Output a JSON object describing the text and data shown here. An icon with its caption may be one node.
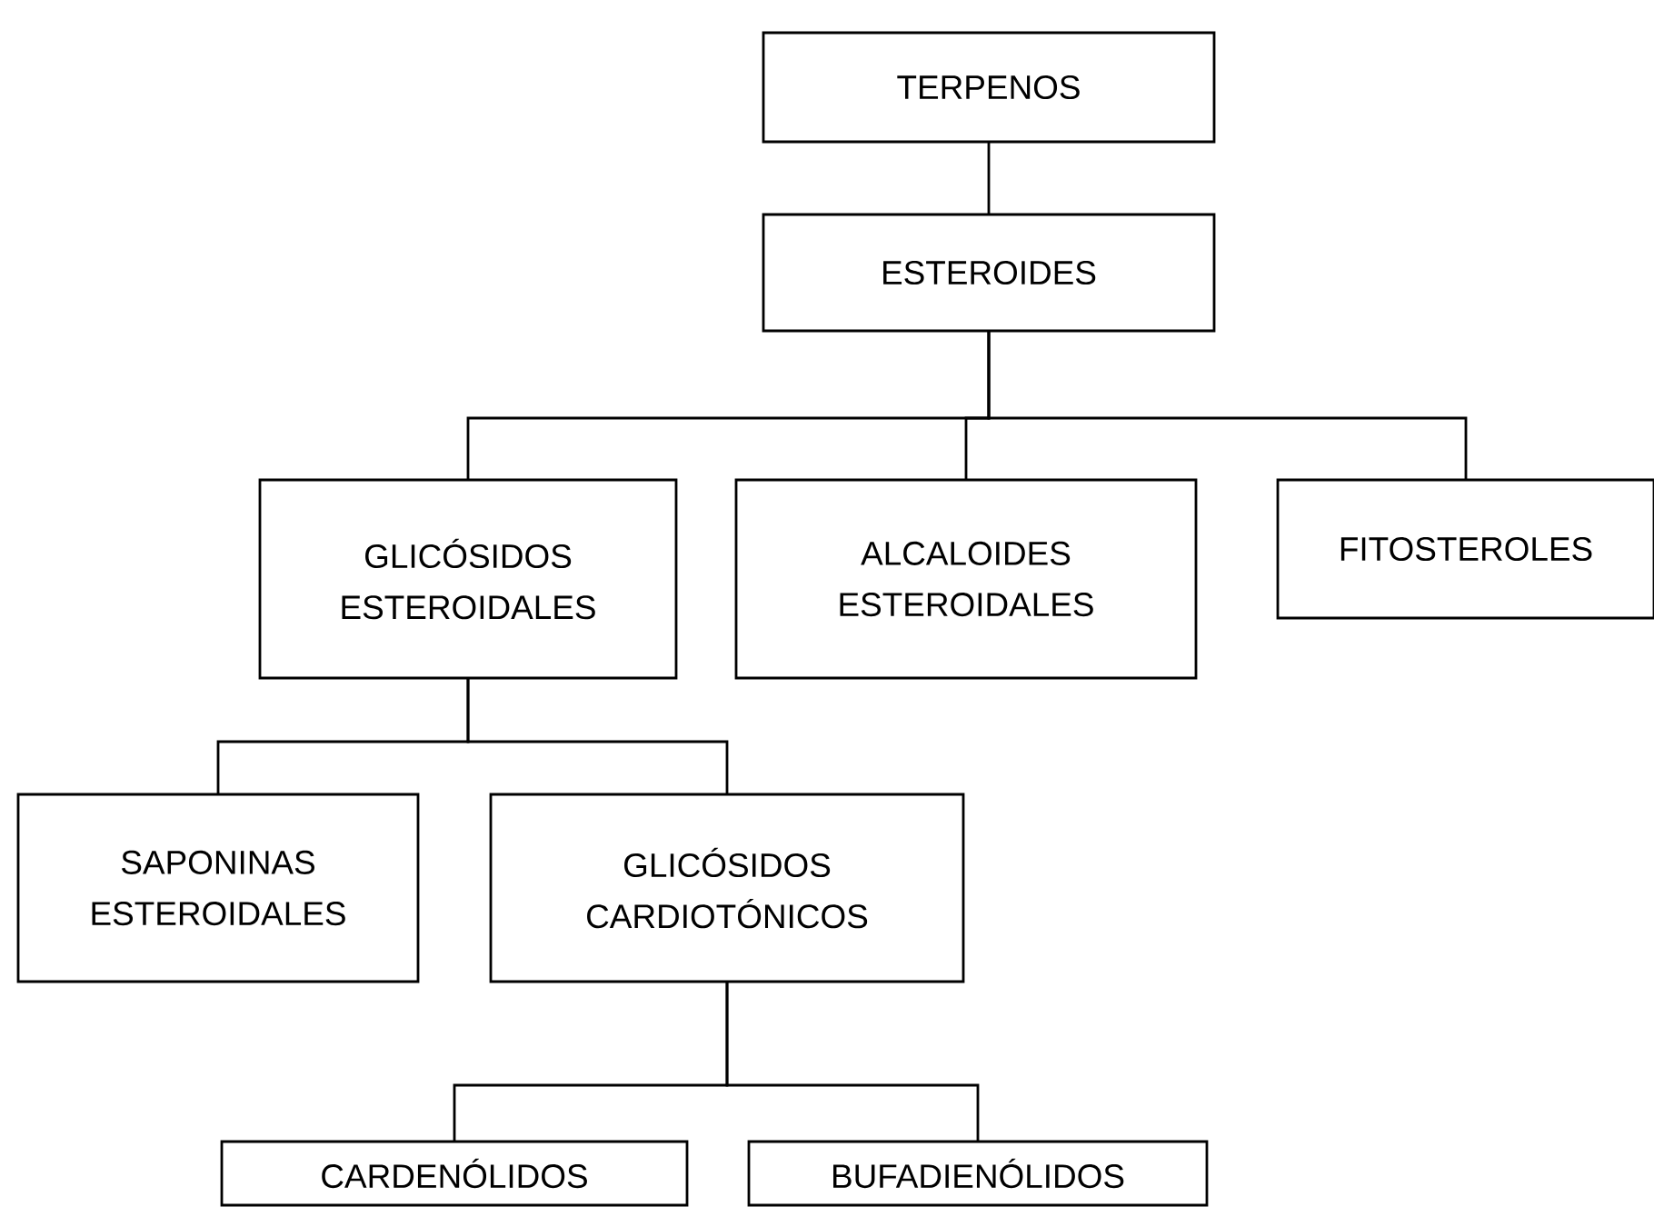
{
  "diagram": {
    "nodes": [
      {
        "text": [
          "TERPENOS"
        ]
      },
      {
        "text": [
          "ESTEROIDES"
        ]
      },
      {
        "text": [
          "GLICÓSIDOS ESTEROIDALES"
        ]
      },
      {
        "text": [
          "ALCALOIDES ESTEROIDALES"
        ]
      },
      {
        "text": [
          "FITOSTEROLES"
        ]
      },
      {
        "text": [
          "SAPONINAS ESTEROIDALES"
        ]
      },
      {
        "text": [
          "GLICÓSIDOS CARDIOTÓNICOS"
        ]
      },
      {
        "text": [
          "CARDENÓLIDOS"
        ]
      },
      {
        "text": [
          "BUFADIENÓLIDOS"
        ]
      }
    ],
    "edges": [
      {
        "from": 0,
        "to": 1,
        "arrow": "none"
      },
      {
        "from": 1,
        "to": 2,
        "arrow": "none"
      },
      {
        "from": 1,
        "to": 3,
        "arrow": "none"
      },
      {
        "from": 1,
        "to": 4,
        "arrow": "none"
      },
      {
        "from": 2,
        "to": 5,
        "arrow": "none"
      },
      {
        "from": 2,
        "to": 6,
        "arrow": "none"
      },
      {
        "from": 6,
        "to": 7,
        "arrow": "none"
      },
      {
        "from": 6,
        "to": 8,
        "arrow": "none"
      }
    ]
  }
}
